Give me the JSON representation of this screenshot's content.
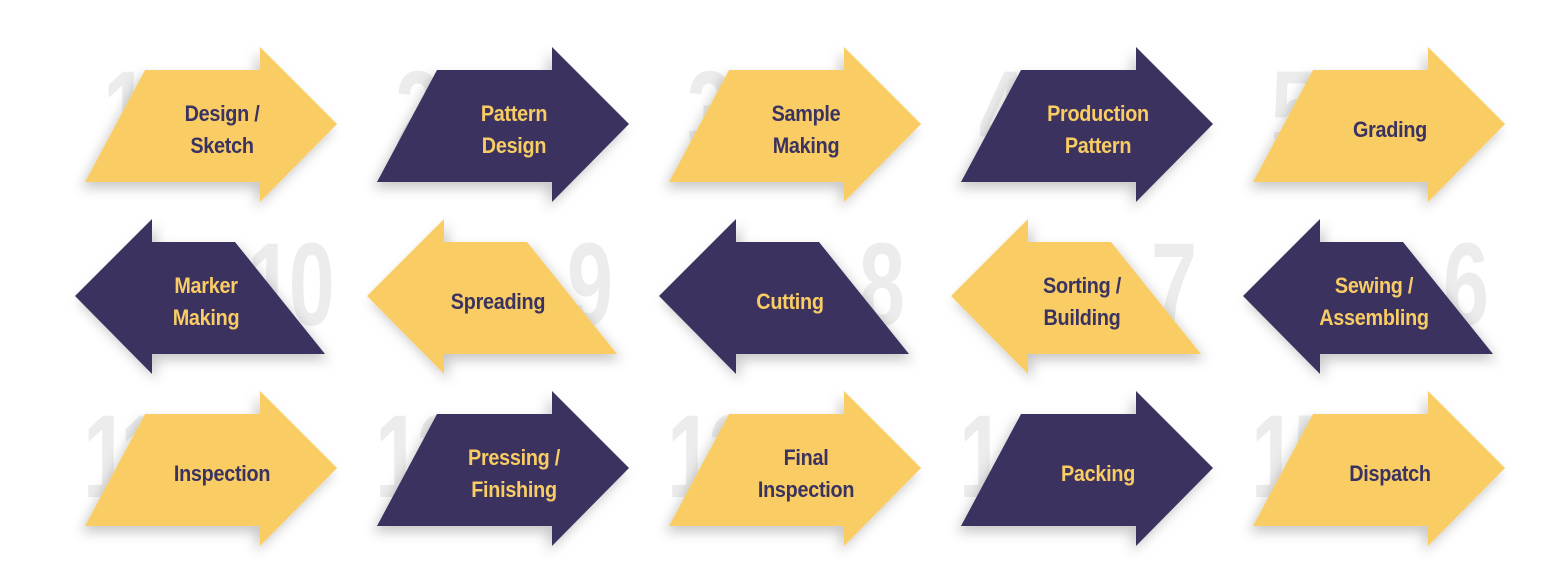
{
  "colors": {
    "yellow": "#F9CD64",
    "navy": "#3A3260",
    "number_gray": "#ECECEC"
  },
  "steps": [
    {
      "number": "1",
      "label": "Design /\nSketch",
      "direction": "right",
      "fill": "yellow"
    },
    {
      "number": "2",
      "label": "Pattern\nDesign",
      "direction": "right",
      "fill": "navy"
    },
    {
      "number": "3",
      "label": "Sample\nMaking",
      "direction": "right",
      "fill": "yellow"
    },
    {
      "number": "4",
      "label": "Production\nPattern",
      "direction": "right",
      "fill": "navy"
    },
    {
      "number": "5",
      "label": "Grading",
      "direction": "right",
      "fill": "yellow"
    },
    {
      "number": "6",
      "label": "Sewing /\nAssembling",
      "direction": "left",
      "fill": "navy"
    },
    {
      "number": "7",
      "label": "Sorting /\nBuilding",
      "direction": "left",
      "fill": "yellow"
    },
    {
      "number": "8",
      "label": "Cutting",
      "direction": "left",
      "fill": "navy"
    },
    {
      "number": "9",
      "label": "Spreading",
      "direction": "left",
      "fill": "yellow"
    },
    {
      "number": "10",
      "label": "Marker\nMaking",
      "direction": "left",
      "fill": "navy"
    },
    {
      "number": "11",
      "label": "Inspection",
      "direction": "right",
      "fill": "yellow"
    },
    {
      "number": "12",
      "label": "Pressing /\nFinishing",
      "direction": "right",
      "fill": "navy"
    },
    {
      "number": "13",
      "label": "Final\nInspection",
      "direction": "right",
      "fill": "yellow"
    },
    {
      "number": "14",
      "label": "Packing",
      "direction": "right",
      "fill": "navy"
    },
    {
      "number": "15",
      "label": "Dispatch",
      "direction": "right",
      "fill": "yellow"
    }
  ]
}
